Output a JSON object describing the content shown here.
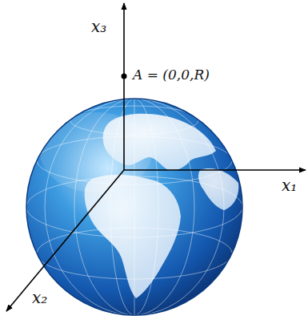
{
  "diagram": {
    "labels": [
      "x₃",
      "A = (0,0,R)",
      "x₁",
      "x₂"
    ]
  }
}
